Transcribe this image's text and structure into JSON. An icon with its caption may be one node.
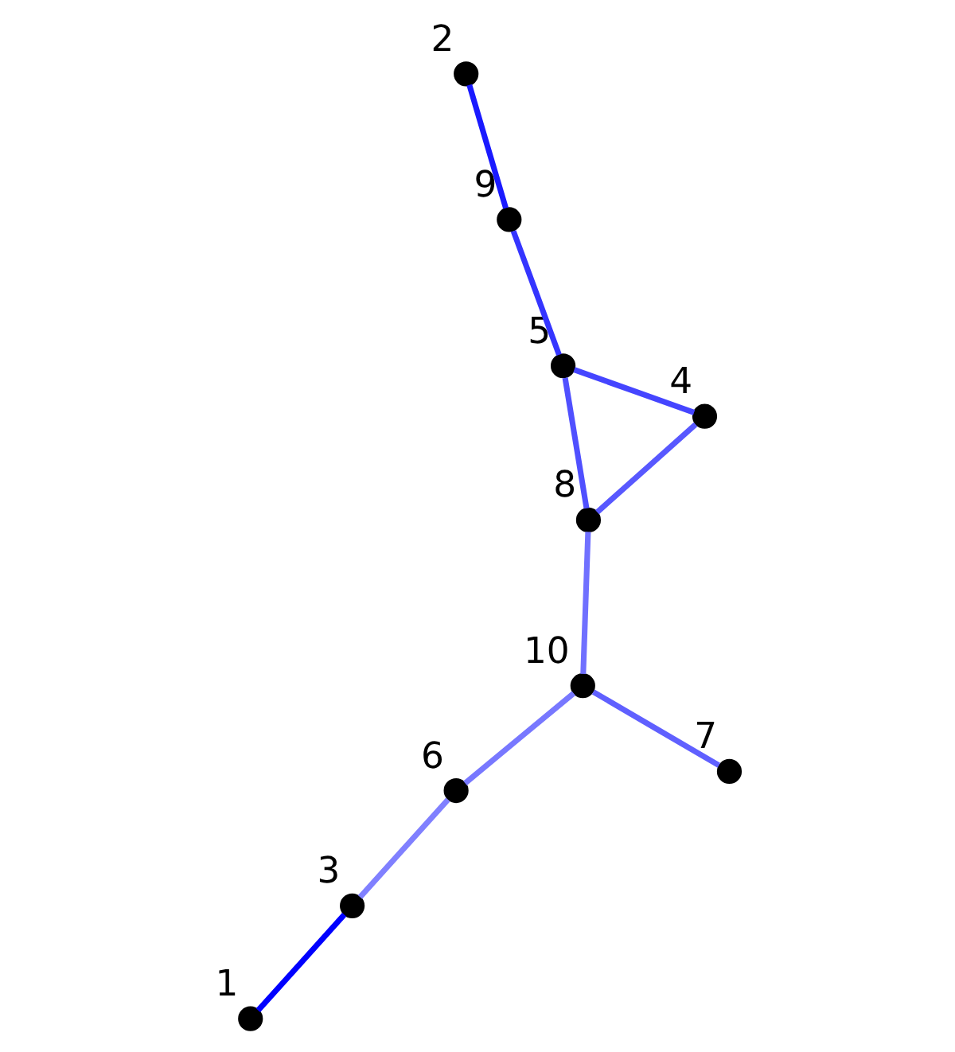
{
  "diagram": {
    "nodes": [
      {
        "text": [],
        "shape": "circle",
        "beside": [
          "9"
        ]
      },
      {
        "text": [],
        "shape": "circle",
        "beside": [
          "5"
        ]
      },
      {
        "text": [],
        "shape": "circle",
        "beside": [
          "4"
        ]
      },
      {
        "text": [],
        "shape": "circle",
        "beside": [
          "2"
        ]
      },
      {
        "text": [],
        "shape": "circle",
        "beside": [
          "8"
        ]
      },
      {
        "text": [],
        "shape": "circle",
        "beside": [
          "10"
        ]
      },
      {
        "text": [],
        "shape": "circle",
        "beside": [
          "7"
        ]
      },
      {
        "text": [],
        "shape": "circle",
        "beside": [
          "3"
        ]
      },
      {
        "text": [],
        "shape": "circle",
        "beside": [
          "1"
        ]
      },
      {
        "text": [],
        "shape": "circle",
        "beside": [
          "6"
        ]
      }
    ],
    "edges": [
      {
        "from": 0,
        "to": 3,
        "arrow": "none",
        "color": "#1a1aff"
      },
      {
        "from": 0,
        "to": 1,
        "arrow": "none",
        "color": "#3535ff"
      },
      {
        "from": 1,
        "to": 2,
        "arrow": "none",
        "color": "#4545ff"
      },
      {
        "from": 1,
        "to": 4,
        "arrow": "none",
        "color": "#5050ff"
      },
      {
        "from": 2,
        "to": 4,
        "arrow": "none",
        "color": "#5858ff"
      },
      {
        "from": 4,
        "to": 5,
        "arrow": "none",
        "color": "#7070ff"
      },
      {
        "from": 5,
        "to": 6,
        "arrow": "none",
        "color": "#6060ff"
      },
      {
        "from": 5,
        "to": 9,
        "arrow": "none",
        "color": "#7878ff"
      },
      {
        "from": 9,
        "to": 7,
        "arrow": "none",
        "color": "#8080ff"
      },
      {
        "from": 7,
        "to": 8,
        "arrow": "none",
        "color": "#0000ff"
      }
    ]
  }
}
